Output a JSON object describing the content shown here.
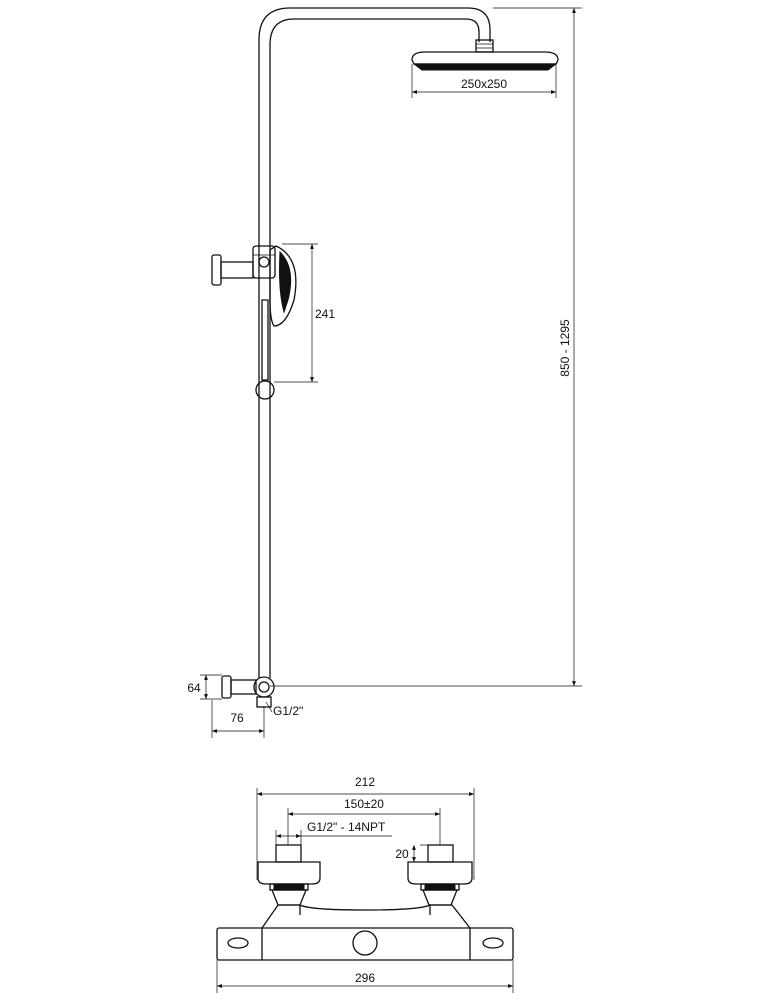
{
  "dimensions": {
    "head_size": "250x250",
    "hand_shower_length": "241",
    "height_range": "850 - 1295",
    "wall_offset_height": "64",
    "wall_offset_depth": "76",
    "connection_thread": "G1/2\"",
    "mixer_inner_width": "212",
    "spacing_base": "150",
    "spacing_pm": "±",
    "spacing_tol": "20",
    "mixer_thread": "G1/2\" - 14NPT",
    "thread_length": "20",
    "mixer_total_width": "296"
  }
}
